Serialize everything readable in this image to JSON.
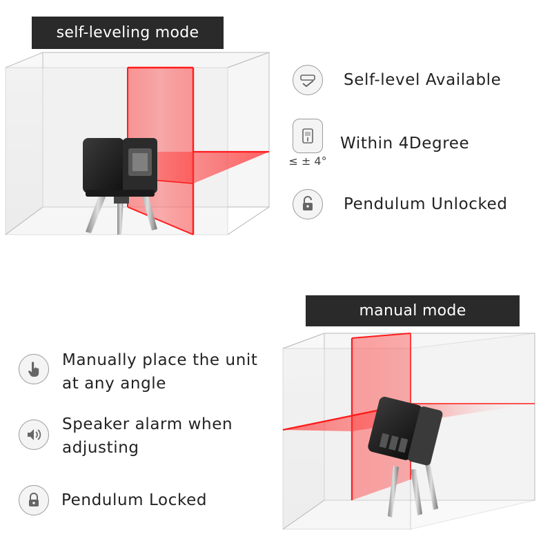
{
  "top_section": {
    "banner": "self-leveling mode",
    "features": [
      {
        "icon": "self-level-icon",
        "label": "Self-level Available"
      },
      {
        "icon": "tilt-angle-icon",
        "label": "Within 4Degree",
        "angle_label": "≤ ± 4°"
      },
      {
        "icon": "unlocked-padlock-icon",
        "label": "Pendulum Unlocked"
      }
    ]
  },
  "bottom_section": {
    "banner": "manual mode",
    "features": [
      {
        "icon": "hand-pointer-icon",
        "lines": [
          "Manually place the unit",
          "at any angle"
        ]
      },
      {
        "icon": "speaker-icon",
        "lines": [
          "Speaker alarm when",
          "adjusting"
        ]
      },
      {
        "icon": "locked-padlock-icon",
        "label": "Pendulum Locked"
      }
    ]
  },
  "colors": {
    "banner_bg": "#2a2a2a",
    "laser_red": "#ff1a1a",
    "device_body": "#1c1c1c"
  }
}
